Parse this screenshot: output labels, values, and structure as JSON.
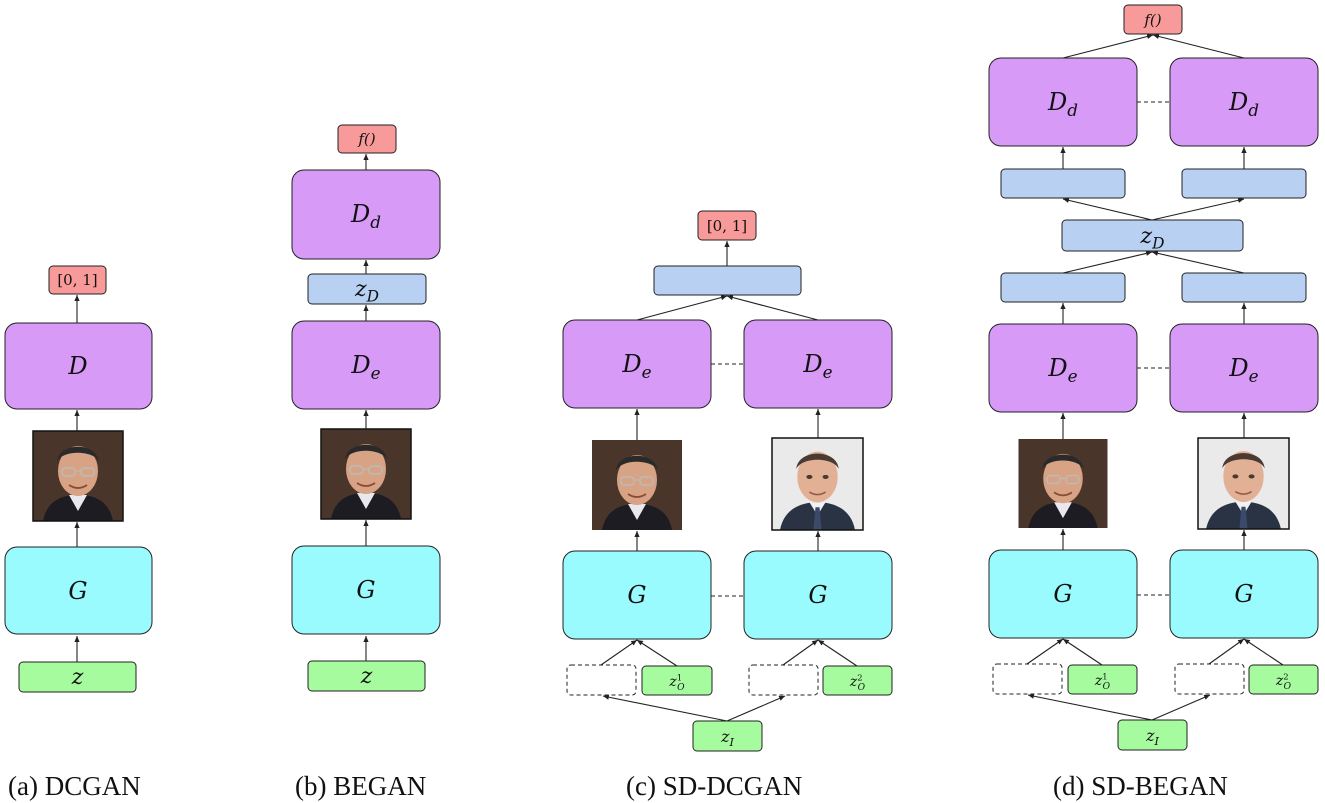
{
  "colors": {
    "output": "#f99a9a",
    "discriminator": "#d79bf7",
    "latent_code": "#b8d0f2",
    "generator": "#99fbfd",
    "noise": "#a7fb9f",
    "stroke": "#222222"
  },
  "labels": {
    "out_prob": "[0, 1]",
    "out_f": "f()",
    "D": "D",
    "Dd": "Dd",
    "De": "De",
    "zD": "zD",
    "G": "G",
    "z": "z",
    "zI": "zI",
    "zO1": "zO1",
    "zO2": "zO2"
  },
  "captions": {
    "a": "(a) DCGAN",
    "b": "(b) BEGAN",
    "c": "(c) SD-DCGAN",
    "d": "(d) SD-BEGAN"
  },
  "images": {
    "face_glasses": "face-glasses-icon",
    "face_tie": "face-tie-icon"
  }
}
